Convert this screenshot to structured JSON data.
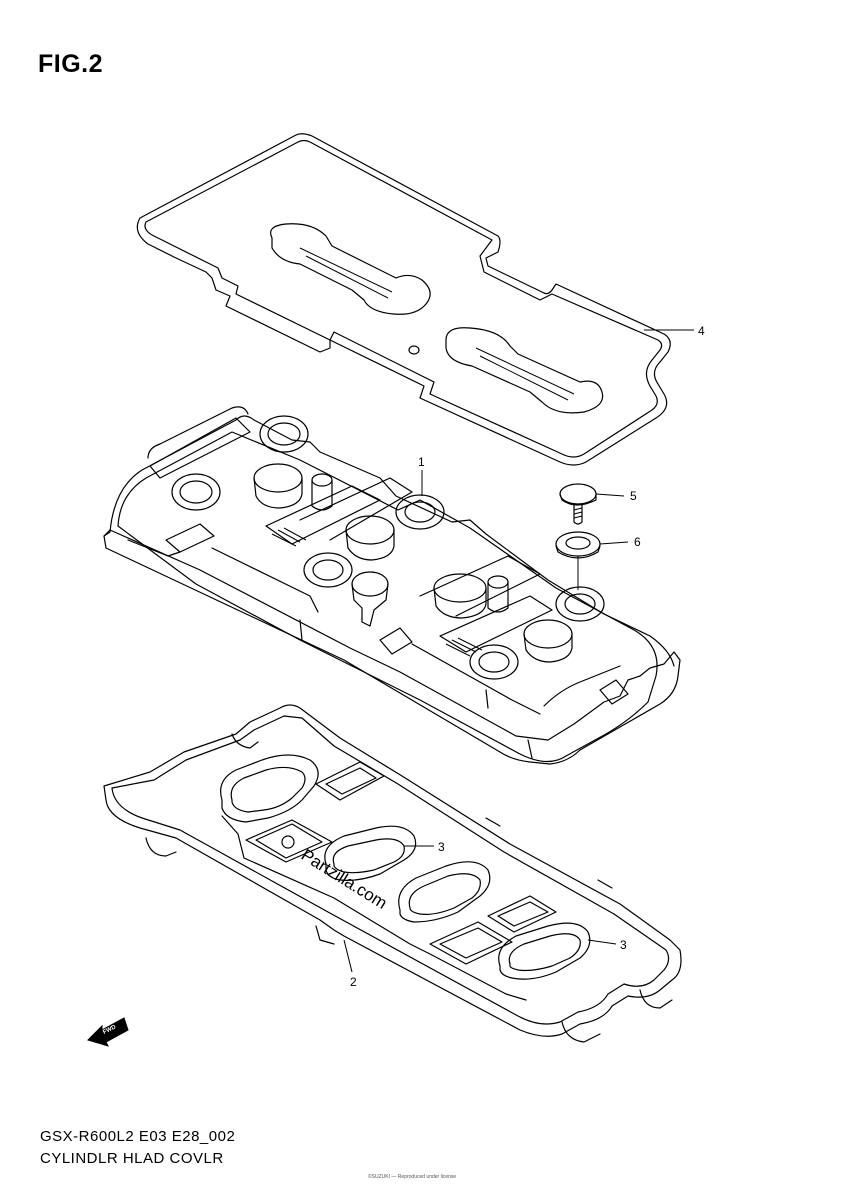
{
  "figure": {
    "title": "FIG.2"
  },
  "callouts": [
    {
      "id": "part-1",
      "label": "1"
    },
    {
      "id": "part-2",
      "label": "2"
    },
    {
      "id": "part-3a",
      "label": "3"
    },
    {
      "id": "part-3b",
      "label": "3"
    },
    {
      "id": "part-4",
      "label": "4"
    },
    {
      "id": "part-5",
      "label": "5"
    },
    {
      "id": "part-6",
      "label": "6"
    }
  ],
  "direction_marker": {
    "label": "FWD"
  },
  "watermark": {
    "text": "Partzilla.com"
  },
  "footer": {
    "model_code": "GSX-R600L2 E03 E28_002",
    "diagram_name": "CYLINDLR HLAD COVLR",
    "fine_print": "©SUZUKI — Reproduced under license"
  },
  "icons": {
    "direction_arrow": "fwd-arrow-icon",
    "watermark_mark": "copyright-icon"
  }
}
